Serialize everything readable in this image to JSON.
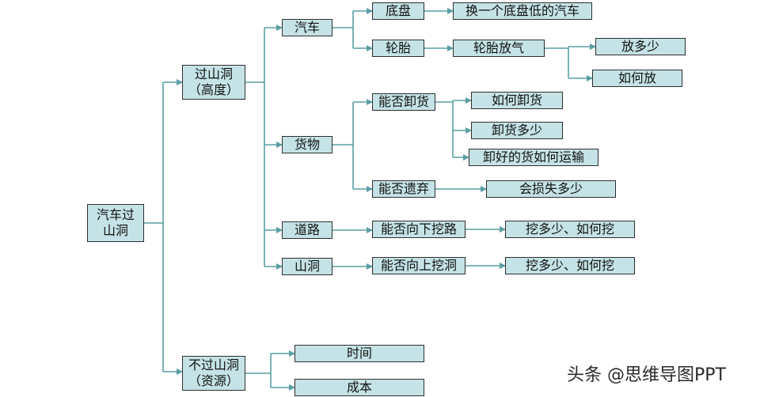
{
  "diagram": {
    "line_color": "#5a9ea3",
    "node_fill": "#c5e3e6",
    "root": "汽车过\n山洞",
    "nodes": {
      "pass": "过山洞\n（高度）",
      "nopass": "不过山洞\n（资源）",
      "car": "汽车",
      "cargo": "货物",
      "road": "道路",
      "tunnel": "山洞",
      "chassis": "底盘",
      "chassis_low": "换一个底盘低的汽车",
      "tire": "轮胎",
      "tire_deflate": "轮胎放气",
      "how_much": "放多少",
      "how_deflate": "如何放",
      "can_unload": "能否卸货",
      "how_unload": "如何卸货",
      "unload_amount": "卸货多少",
      "unloaded_transport": "卸好的货如何运输",
      "can_discard": "能否遗弃",
      "loss_amount": "会损失多少",
      "dig_down": "能否向下挖路",
      "dig_down_how": "挖多少、如何挖",
      "dig_up": "能否向上挖洞",
      "dig_up_how": "挖多少、如何挖",
      "time": "时间",
      "cost": "成本"
    }
  },
  "watermark": "头条 @思维导图PPT"
}
